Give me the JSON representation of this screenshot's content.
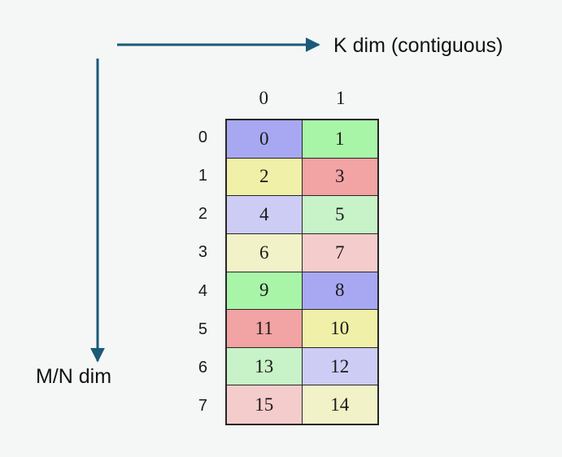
{
  "background_color": "#f5f6f6",
  "arrow_color": "#1a5a78",
  "border_color": "#262626",
  "axes": {
    "horizontal": {
      "label": "K dim (contiguous)",
      "icon": "right-arrow-icon"
    },
    "vertical": {
      "label": "M/N dim",
      "icon": "down-arrow-icon"
    }
  },
  "grid": {
    "rows": 8,
    "cols": 2,
    "col_headers": [
      "0",
      "1"
    ],
    "row_headers": [
      "0",
      "1",
      "2",
      "3",
      "4",
      "5",
      "6",
      "7"
    ],
    "cells": [
      {
        "value": "0",
        "color": "#a8a8f2"
      },
      {
        "value": "1",
        "color": "#a8f5a8"
      },
      {
        "value": "2",
        "color": "#f0f0a8"
      },
      {
        "value": "3",
        "color": "#f2a3a3"
      },
      {
        "value": "4",
        "color": "#ccccf5"
      },
      {
        "value": "5",
        "color": "#c8f2c8"
      },
      {
        "value": "6",
        "color": "#f2f2c8"
      },
      {
        "value": "7",
        "color": "#f5cccc"
      },
      {
        "value": "9",
        "color": "#a8f5a8"
      },
      {
        "value": "8",
        "color": "#a8a8f2"
      },
      {
        "value": "11",
        "color": "#f2a3a3"
      },
      {
        "value": "10",
        "color": "#f0f0a8"
      },
      {
        "value": "13",
        "color": "#c8f2c8"
      },
      {
        "value": "12",
        "color": "#ccccf5"
      },
      {
        "value": "15",
        "color": "#f5cccc"
      },
      {
        "value": "14",
        "color": "#f2f2c8"
      }
    ]
  },
  "chart_data": {
    "type": "heatmap",
    "title": "",
    "xlabel": "K dim (contiguous)",
    "ylabel": "M/N dim",
    "x": [
      "0",
      "1"
    ],
    "y": [
      "0",
      "1",
      "2",
      "3",
      "4",
      "5",
      "6",
      "7"
    ],
    "values": [
      [
        0,
        1
      ],
      [
        2,
        3
      ],
      [
        4,
        5
      ],
      [
        6,
        7
      ],
      [
        9,
        8
      ],
      [
        11,
        10
      ],
      [
        13,
        12
      ],
      [
        15,
        14
      ]
    ],
    "grid": true,
    "legend": "none"
  }
}
